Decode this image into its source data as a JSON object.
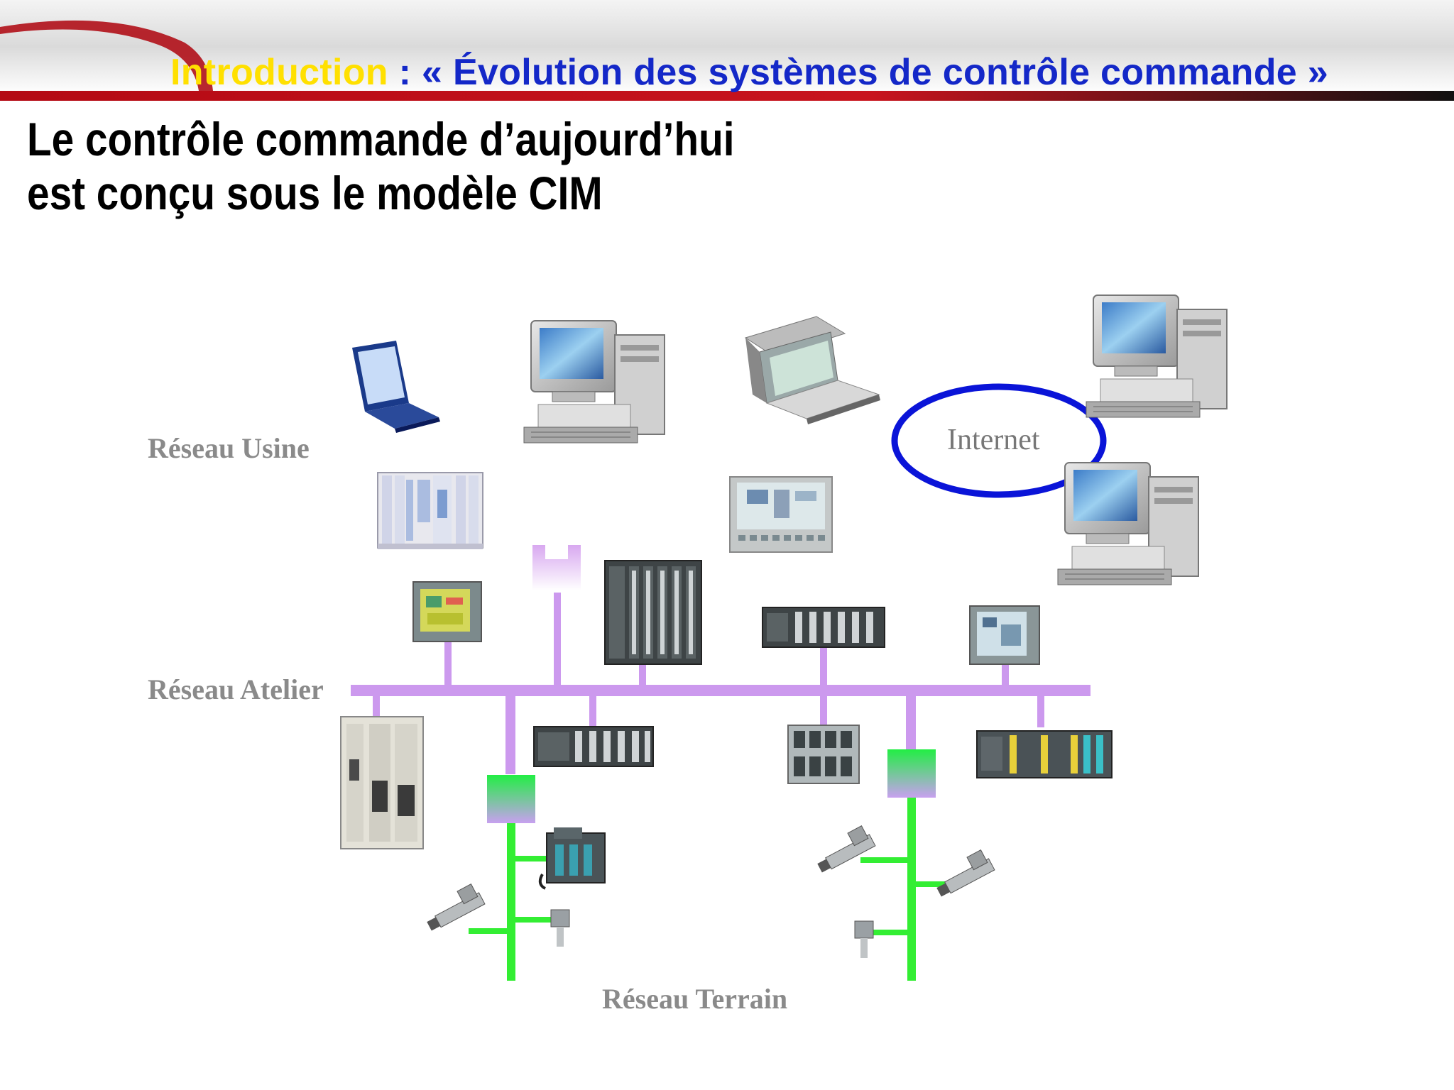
{
  "header": {
    "intro": "Introduction",
    "rest": " : « Évolution des systèmes de contrôle commande »"
  },
  "subtitle": {
    "line1": "Le contrôle commande d’aujourd’hui",
    "line2": "est conçu sous le modèle CIM"
  },
  "networks": {
    "usine": "Réseau Usine",
    "atelier": "Réseau Atelier",
    "terrain": "Réseau Terrain",
    "internet": "Internet"
  },
  "devices": [
    {
      "icon": "laptop-icon"
    },
    {
      "icon": "desktop-computer-icon"
    },
    {
      "icon": "industrial-pc-icon"
    },
    {
      "icon": "desktop-computer-icon"
    },
    {
      "icon": "desktop-computer-icon"
    },
    {
      "icon": "control-rack-icon"
    },
    {
      "icon": "operator-panel-icon"
    },
    {
      "icon": "touch-panel-icon"
    },
    {
      "icon": "network-gateway-icon"
    },
    {
      "icon": "plc-rack-icon"
    },
    {
      "icon": "plc-module-icon"
    },
    {
      "icon": "touch-panel-icon"
    },
    {
      "icon": "drive-cabinet-icon"
    },
    {
      "icon": "plc-module-icon"
    },
    {
      "icon": "distributed-io-icon"
    },
    {
      "icon": "io-module-icon"
    },
    {
      "icon": "bus-coupler-icon"
    },
    {
      "icon": "bus-coupler-icon"
    },
    {
      "icon": "remote-io-icon"
    },
    {
      "icon": "actuator-valve-icon"
    },
    {
      "icon": "sensor-icon"
    },
    {
      "icon": "sensor-icon"
    }
  ],
  "colors": {
    "header_title": "#1428c8",
    "header_intro": "#ffe000",
    "header_accent": "#c8141e",
    "atelier_bus": "#cc99ee",
    "terrain_bus": "#33ee33",
    "internet_ring": "#0a14d8",
    "label_gray": "#8a8a8a"
  }
}
